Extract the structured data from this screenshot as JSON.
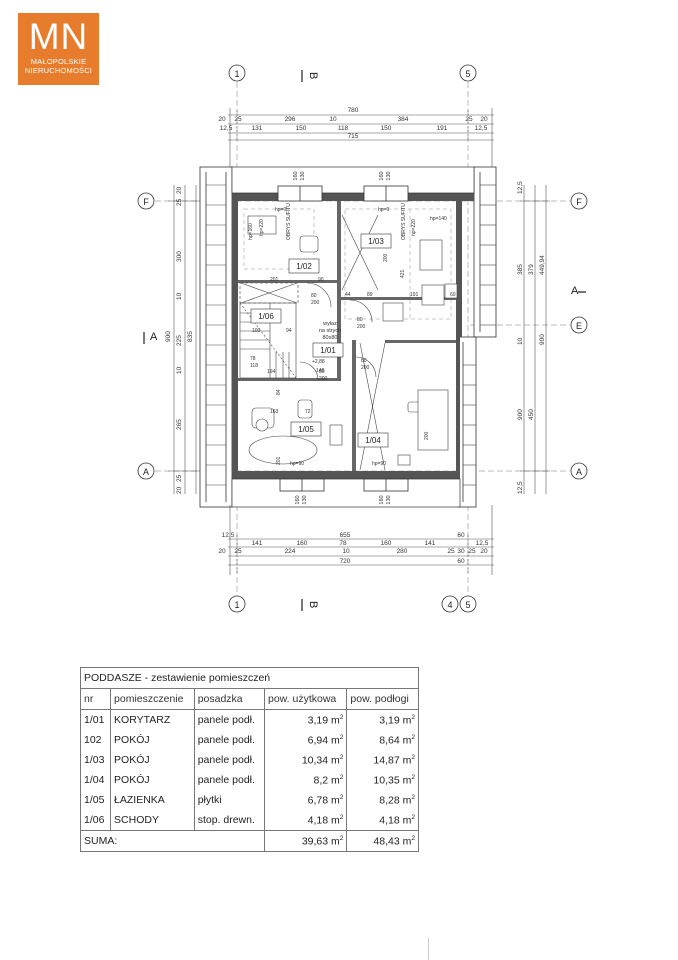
{
  "logo": {
    "mark": "MN",
    "line1": "MAŁOPOLSKIE",
    "line2": "NIERUCHOMOŚCI",
    "color": "#e77d2c"
  },
  "grid": {
    "col_1": "1",
    "col_4": "4",
    "col_5": "5",
    "row_F": "F",
    "row_E": "E",
    "row_A": "A",
    "sec_A": "A",
    "sec_B": "B"
  },
  "dims_top": {
    "total": "780",
    "r1": [
      "20",
      "25",
      "296",
      "10",
      "384",
      "25",
      "20"
    ],
    "r2": [
      "12,5",
      "131",
      "150",
      "118",
      "150",
      "191",
      "12,5"
    ],
    "r3": "715"
  },
  "dims_bottom": {
    "r1": [
      "12,5",
      "141",
      "160",
      "78",
      "160",
      "141",
      "12,5"
    ],
    "r1_total": "655",
    "r1_extra": "60",
    "r2": [
      "20",
      "25",
      "224",
      "10",
      "280",
      "25",
      "30",
      "25",
      "20"
    ],
    "r3": "720",
    "r3_extra": "60"
  },
  "dims_left": [
    "20",
    "25",
    "300",
    "10",
    "225",
    "10",
    "265",
    "25",
    "20"
  ],
  "dims_left_total": [
    "900",
    "835"
  ],
  "dims_right": [
    "12,5",
    "385",
    "10",
    "379",
    "450",
    "12,5"
  ],
  "dims_right_total": [
    "449,94",
    "900",
    "900"
  ],
  "rooms": {
    "r1_01": "1/01",
    "r1_02": "1/02",
    "r1_03": "1/03",
    "r1_04": "1/04",
    "r1_05": "1/05",
    "r1_06": "1/06",
    "attic_1": "wyłaz",
    "attic_2": "na strych",
    "attic_3": "80x80",
    "obrys_1": "OBRYS SUFITU",
    "obrys_2": "OBRYS SUFITU",
    "hp0": "hp=0",
    "hp0b": "hp=0",
    "hp90a": "hp=90",
    "hp90b": "hp=90",
    "hp220a": "hp=220",
    "hp220b": "hp=220",
    "hp140": "hp=140",
    "hp160": "hp=160",
    "d1": "80",
    "d1b": "200",
    "d2": "80",
    "d2b": "200",
    "d3": "80",
    "d3b": "200",
    "d4": "80",
    "d4b": "200",
    "w1": "160",
    "w1b": "130",
    "w2": "160",
    "w2b": "130",
    "w3": "160",
    "w3b": "130",
    "w4": "160",
    "w4b": "130",
    "lvl": "+2,88",
    "s94": "94",
    "s100": "100",
    "s78": "78",
    "s118": "118",
    "s146": "146",
    "s194": "194",
    "s201": "201",
    "s90": "90",
    "s44": "44",
    "s89": "89",
    "s191": "191",
    "s60": "60",
    "s72": "72",
    "s163": "163",
    "s84": "84",
    "s201b": "201",
    "s200": "200",
    "s421": "421",
    "s200b": "200"
  },
  "table": {
    "caption": "PODDASZE - zestawienie pomieszczeń",
    "headers": [
      "nr",
      "pomieszczenie",
      "posadzka",
      "pow. użytkowa",
      "pow. podłogi"
    ],
    "rows": [
      [
        "1/01",
        "KORYTARZ",
        "panele podł.",
        "3,19 m",
        "3,19 m"
      ],
      [
        "102",
        "POKÓJ",
        "panele podł.",
        "6,94 m",
        "8,64 m"
      ],
      [
        "1/03",
        "POKÓJ",
        "panele podł.",
        "10,34 m",
        "14,87 m"
      ],
      [
        "1/04",
        "POKÓJ",
        "panele podł.",
        "8,2 m",
        "10,35 m"
      ],
      [
        "1/05",
        "ŁAZIENKA",
        "płytki",
        "6,78 m",
        "8,28 m"
      ],
      [
        "1/06",
        "SCHODY",
        "stop. drewn.",
        "4,18 m",
        "4,18 m"
      ]
    ],
    "sum_label": "SUMA:",
    "sum_use": "39,63 m",
    "sum_floor": "48,43 m",
    "exp": "2"
  }
}
